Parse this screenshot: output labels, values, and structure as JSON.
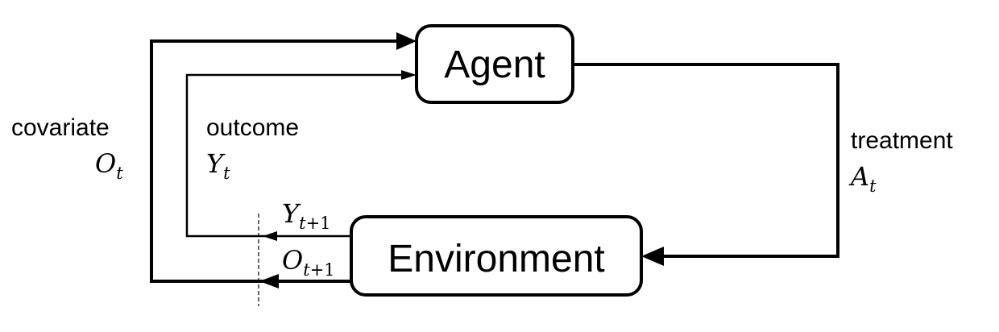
{
  "nodes": {
    "agent": {
      "label": "Agent"
    },
    "environment": {
      "label": "Environment"
    }
  },
  "edges": {
    "covariate": {
      "label": "covariate",
      "symbol": "O",
      "subscript": "t"
    },
    "outcome": {
      "label": "outcome",
      "symbol": "Y",
      "subscript": "t"
    },
    "treatment": {
      "label": "treatment",
      "symbol": "A",
      "subscript": "t"
    },
    "next_outcome": {
      "symbol": "Y",
      "subscript": "t",
      "subscript_suffix": "+1"
    },
    "next_covariate": {
      "symbol": "O",
      "subscript": "t",
      "subscript_suffix": "+1"
    }
  }
}
